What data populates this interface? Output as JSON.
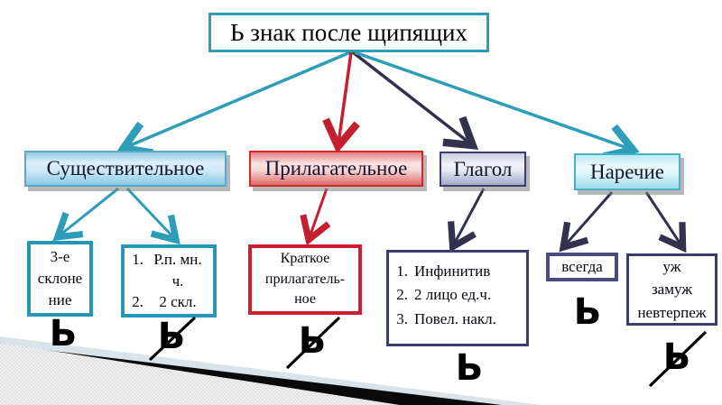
{
  "slide": {
    "title": "Ь знак после щипящих",
    "soft_sign": "Ь",
    "colors": {
      "teal_arrow": "#2d9db8",
      "red_arrow": "#c41f2f",
      "navy_arrow": "#32324f",
      "teal_border": "#2596b8",
      "red_border": "#cc2030",
      "navy_border": "#3c3c6e"
    },
    "nodes": {
      "noun": {
        "label": "Существительное"
      },
      "adjective": {
        "label": "Прилагательное"
      },
      "verb": {
        "label": "Глагол"
      },
      "adverb": {
        "label": "Наречие"
      },
      "noun_declension": {
        "lines": [
          "3-е",
          "склоне",
          "ние"
        ]
      },
      "noun_cases": {
        "items": [
          {
            "num": "1.",
            "text": "Р.п. мн. ч."
          },
          {
            "num": "2.",
            "text": "2 скл."
          }
        ]
      },
      "short_adjective": {
        "lines": [
          "Краткое",
          "прилагатель-",
          "ное"
        ]
      },
      "verb_forms": {
        "items": [
          {
            "num": "1.",
            "text": "Инфинитив"
          },
          {
            "num": "2.",
            "text": "2 лицо ед.ч."
          },
          {
            "num": "3.",
            "text": "Повел. накл."
          }
        ]
      },
      "adverb_always": {
        "label": "всегда"
      },
      "adverb_exceptions": {
        "lines": [
          "уж",
          "замуж",
          "невтерпеж"
        ]
      }
    }
  }
}
